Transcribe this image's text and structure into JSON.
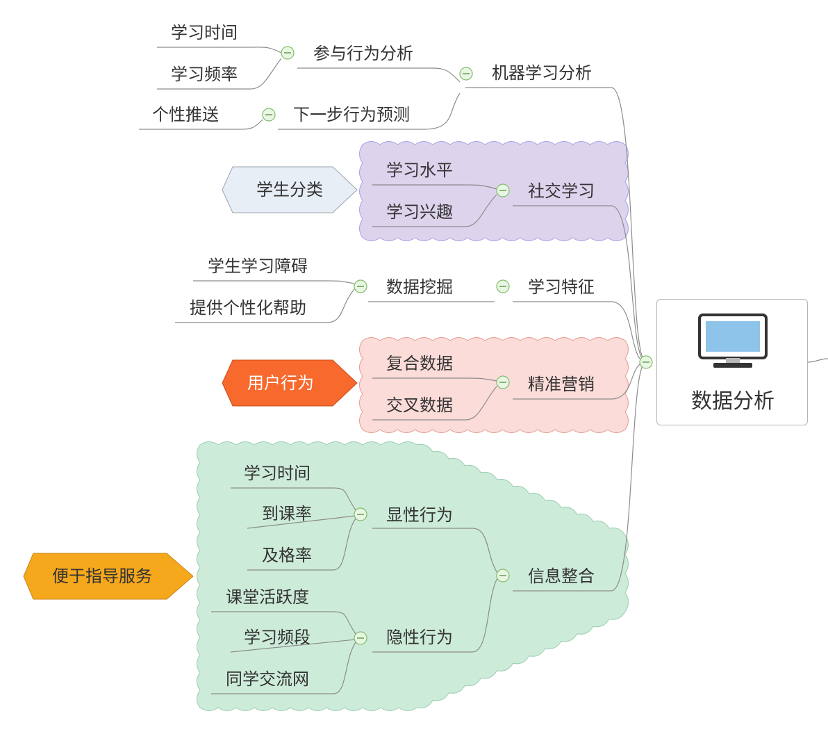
{
  "central": {
    "title": "数据分析",
    "icon": "monitor-icon"
  },
  "branches": {
    "ml": {
      "label": "机器学习分析",
      "engagement": {
        "label": "参与行为分析",
        "children": [
          "学习时间",
          "学习频率"
        ]
      },
      "next_step": {
        "label": "下一步行为预测",
        "children": [
          "个性推送"
        ]
      }
    },
    "social": {
      "label": "社交学习",
      "children": [
        "学习水平",
        "学习兴趣"
      ],
      "tag": "学生分类",
      "tag_color": "#e8eef5",
      "cloud_color": "#ddd3ec"
    },
    "features": {
      "label": "学习特征",
      "mining": {
        "label": "数据挖掘",
        "children": [
          "学生学习障碍",
          "提供个性化帮助"
        ]
      }
    },
    "marketing": {
      "label": "精准营销",
      "children": [
        "复合数据",
        "交叉数据"
      ],
      "tag": "用户行为",
      "tag_color": "#f7692d",
      "cloud_color": "#fbdcd9"
    },
    "integration": {
      "label": "信息整合",
      "explicit": {
        "label": "显性行为",
        "children": [
          "学习时间",
          "到课率",
          "及格率"
        ]
      },
      "implicit": {
        "label": "隐性行为",
        "children": [
          "课堂活跃度",
          "学习频段",
          "同学交流网"
        ]
      },
      "tag": "便于指导服务",
      "tag_color": "#f6a81c",
      "cloud_color": "#cdebd9"
    }
  }
}
